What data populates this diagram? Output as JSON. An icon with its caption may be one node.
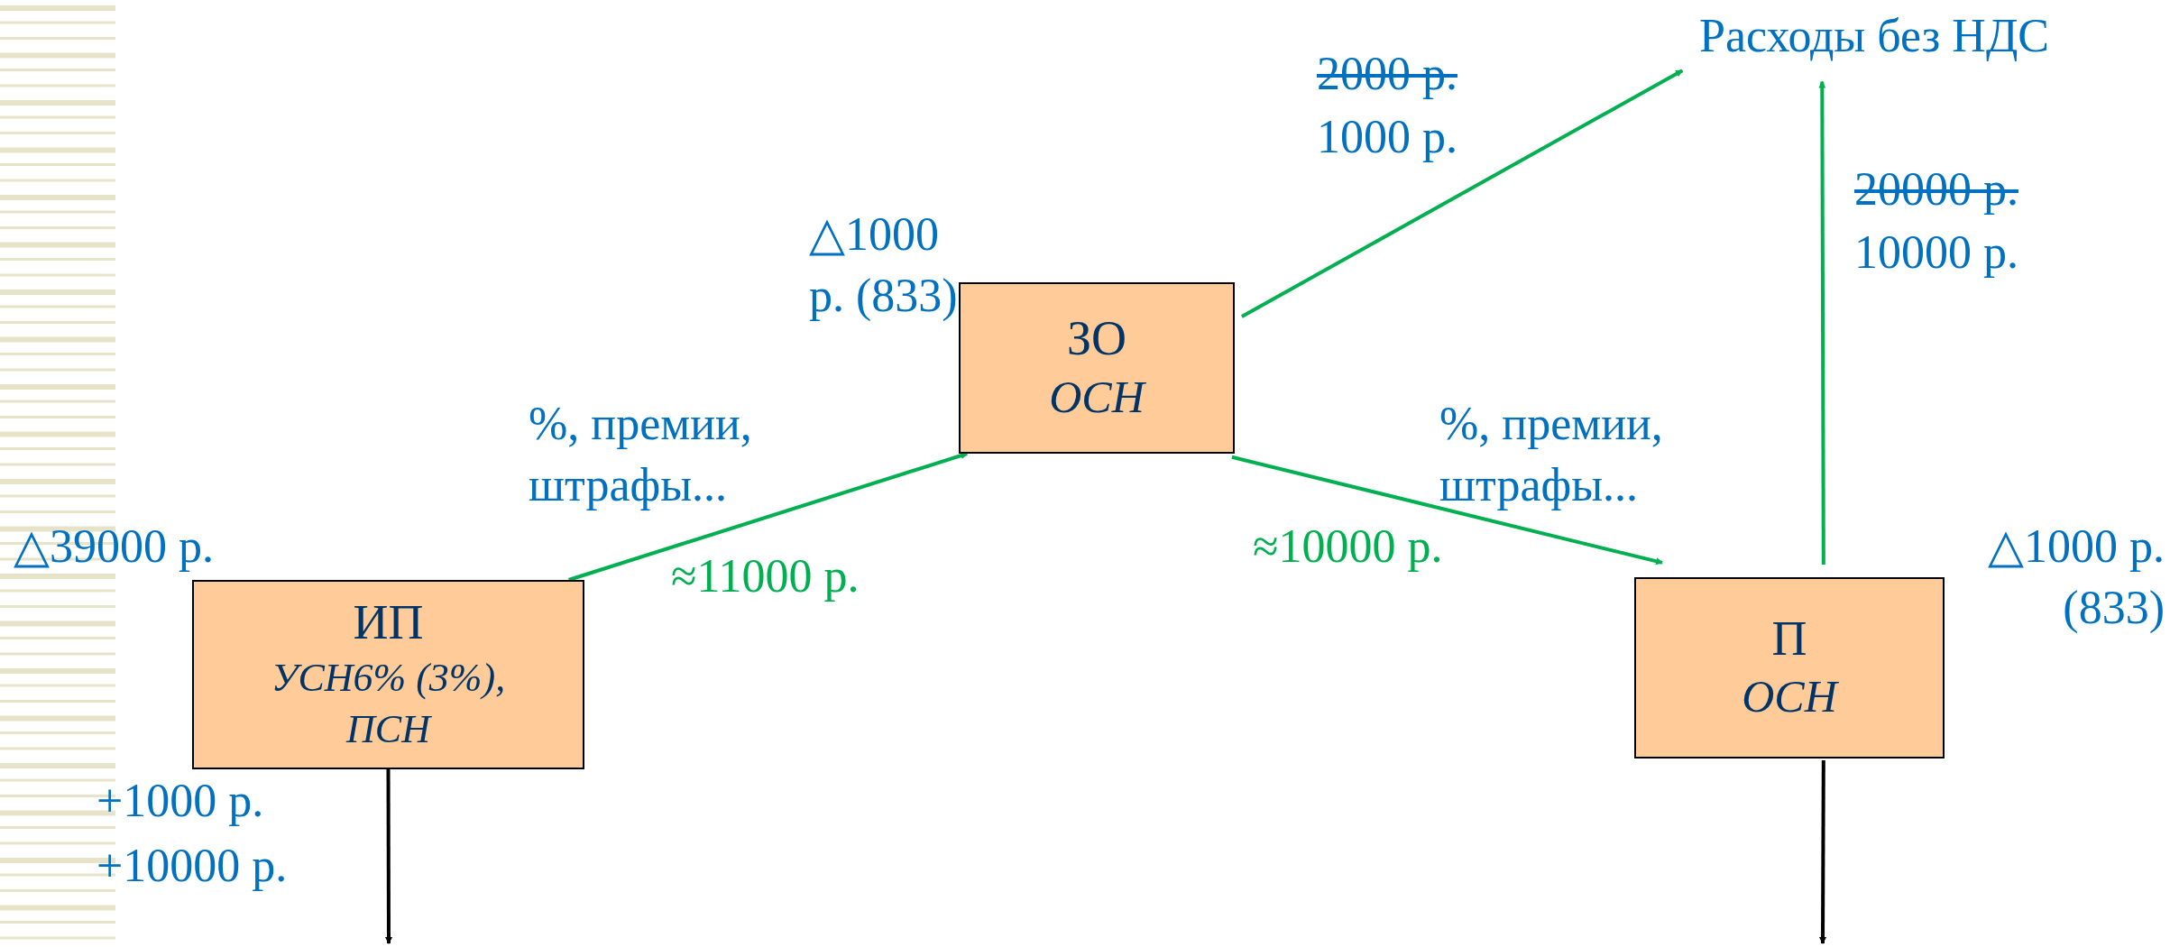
{
  "diagram": {
    "nodes": [
      {
        "text": [
          "ИП",
          "УСН6% (3%), ПСН"
        ],
        "beside": [
          "△39000 р."
        ]
      },
      {
        "text": [
          "ЗО",
          "ОСН"
        ],
        "beside": [
          "△1000 р. (833)"
        ]
      },
      {
        "text": [
          "П",
          "ОСН"
        ],
        "beside": [
          "△1000 р. (833)"
        ]
      },
      {
        "text": [
          "Расходы без НДС"
        ]
      }
    ],
    "edges": [
      {
        "from": 0,
        "to": 1,
        "arrow": "to",
        "label": "≈11000 р."
      },
      {
        "from": 1,
        "to": 3,
        "arrow": "to"
      },
      {
        "from": 1,
        "to": 2,
        "arrow": "to",
        "label": "≈10000 р."
      },
      {
        "from": 2,
        "to": 3,
        "arrow": "to"
      },
      {
        "from": 0,
        "to": null,
        "arrow": "to",
        "color": "#000000"
      },
      {
        "from": 2,
        "to": null,
        "arrow": "to",
        "color": "#000000"
      }
    ],
    "labels": [
      "%, премии, штрафы...",
      "2000 р.",
      "1000 р.",
      "20000 р.",
      "10000 р.",
      "%, премии, штрафы...",
      "+1000 р.",
      "+10000 р."
    ]
  }
}
